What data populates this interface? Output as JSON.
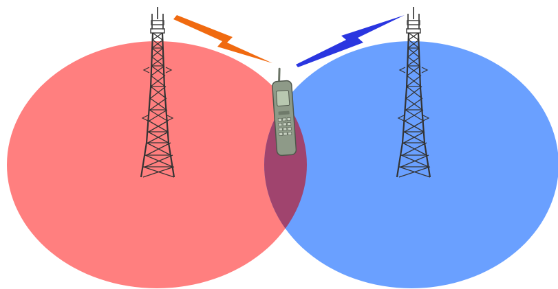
{
  "diagram": {
    "type": "cellular-handover-coverage",
    "background_color": "#ffffff",
    "cells": [
      {
        "id": "left",
        "color": "#ff7f7f",
        "tower_icon": "cell-tower-icon"
      },
      {
        "id": "right",
        "color": "#6aa0ff",
        "tower_icon": "cell-tower-icon"
      }
    ],
    "overlap_color": "#a0446e",
    "signals": [
      {
        "from": "left-tower",
        "to": "mobile-phone",
        "color": "#f06a10",
        "icon": "lightning-bolt-icon"
      },
      {
        "from": "right-tower",
        "to": "mobile-phone",
        "color": "#2a36e0",
        "icon": "lightning-bolt-icon"
      }
    ],
    "device": {
      "icon": "mobile-phone-icon",
      "color": "#8e9a88"
    }
  }
}
